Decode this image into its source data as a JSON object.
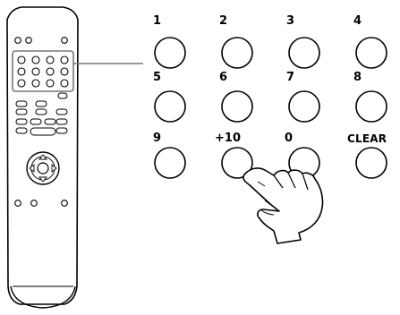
{
  "keypad": {
    "keys": [
      {
        "label": "1"
      },
      {
        "label": "2"
      },
      {
        "label": "3"
      },
      {
        "label": "4"
      },
      {
        "label": "5"
      },
      {
        "label": "6"
      },
      {
        "label": "7"
      },
      {
        "label": "8"
      },
      {
        "label": "9"
      },
      {
        "label": "+10"
      },
      {
        "label": "0"
      },
      {
        "label": "CLEAR"
      }
    ],
    "pressed_key": "+10"
  },
  "colors": {
    "line": "#000000",
    "callout": "#777777",
    "highlight_box": "#777777",
    "background": "#ffffff"
  },
  "icons": [
    "remote-control-icon",
    "pointing-hand-icon"
  ]
}
